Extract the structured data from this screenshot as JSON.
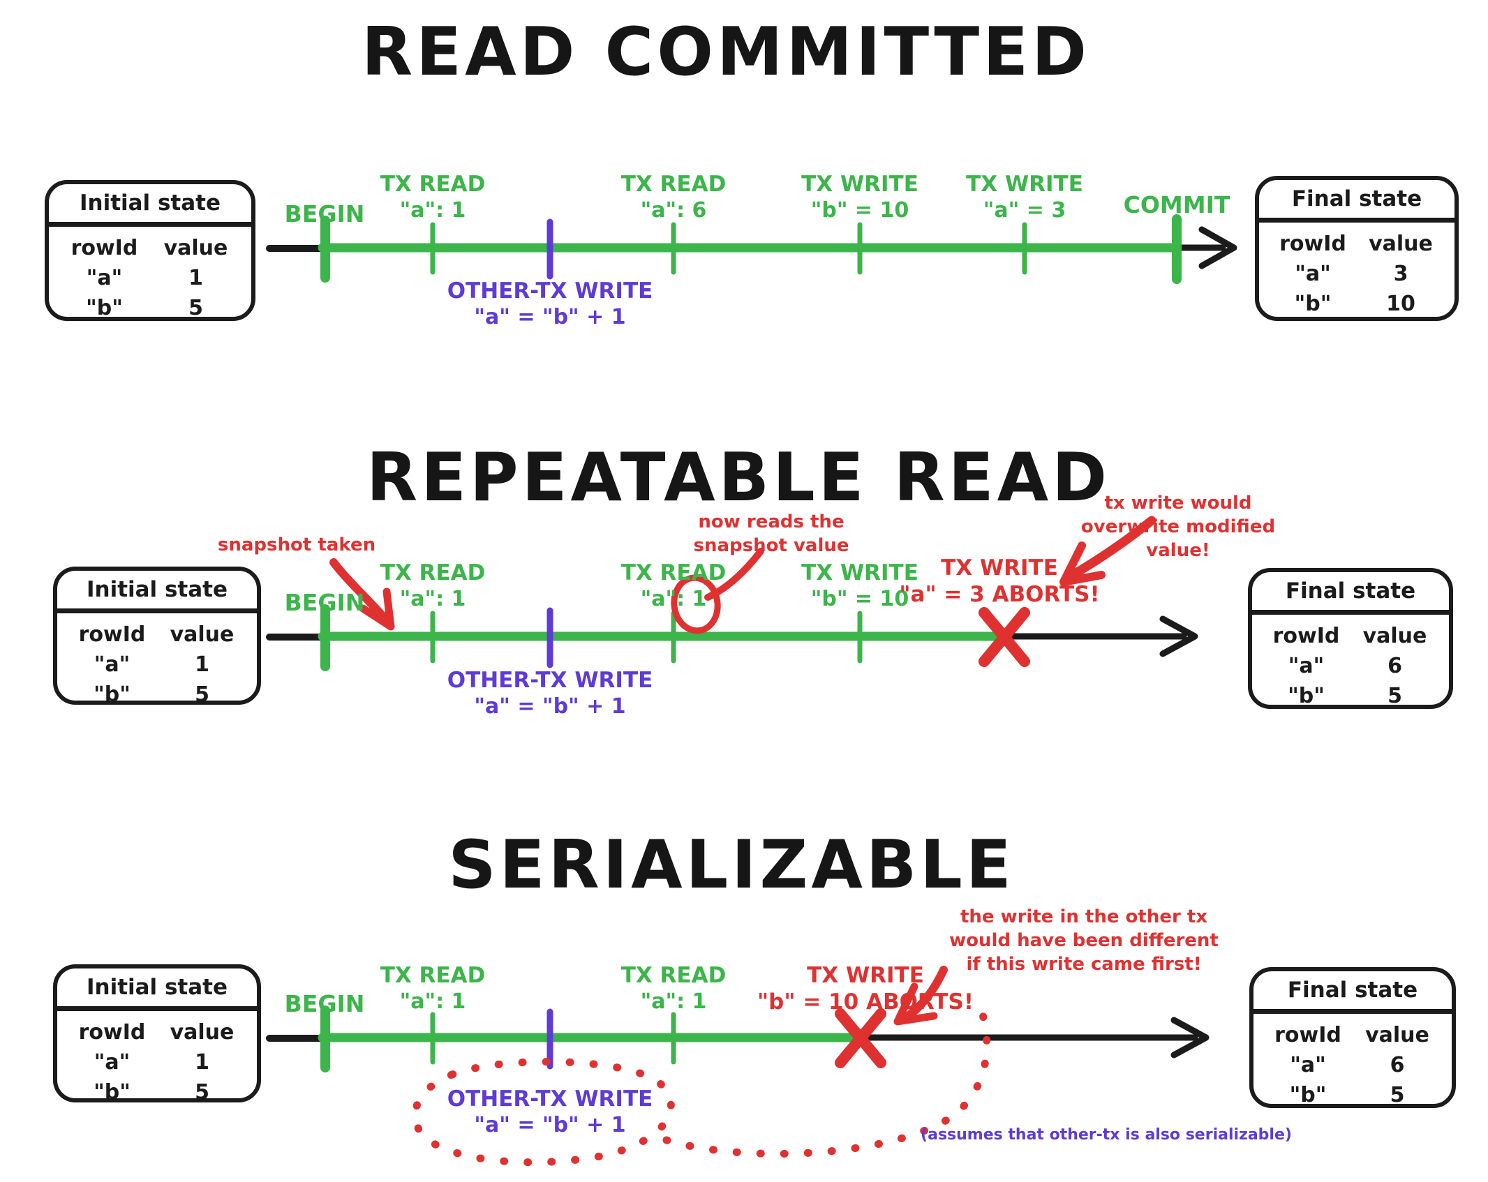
{
  "colors": {
    "green": "#3cb54a",
    "purple": "#5e3bd6",
    "red": "#e03131",
    "black": "#1b1b1b"
  },
  "sections": [
    {
      "title": "READ COMMITTED",
      "begin": "BEGIN",
      "commit": "COMMIT",
      "events": [
        {
          "l1": "TX READ",
          "l2": "\"a\": 1"
        },
        {
          "l1": "TX READ",
          "l2": "\"a\": 6"
        },
        {
          "l1": "TX WRITE",
          "l2": "\"b\" = 10"
        },
        {
          "l1": "TX WRITE",
          "l2": "\"a\" = 3"
        }
      ],
      "other": {
        "l1": "OTHER-TX WRITE",
        "l2": "\"a\" = \"b\" + 1"
      },
      "initial": {
        "title": "Initial state",
        "col1": "rowId",
        "col2": "value",
        "rows": [
          {
            "k": "\"a\"",
            "v": "1"
          },
          {
            "k": "\"b\"",
            "v": "5"
          }
        ]
      },
      "final": {
        "title": "Final state",
        "col1": "rowId",
        "col2": "value",
        "rows": [
          {
            "k": "\"a\"",
            "v": "3"
          },
          {
            "k": "\"b\"",
            "v": "10"
          }
        ]
      }
    },
    {
      "title": "REPEATABLE READ",
      "begin": "BEGIN",
      "events": [
        {
          "l1": "TX READ",
          "l2": "\"a\": 1"
        },
        {
          "l1": "TX READ",
          "l2": "\"a\": 1"
        },
        {
          "l1": "TX WRITE",
          "l2": "\"b\" = 10"
        }
      ],
      "abort": {
        "l1": "TX WRITE",
        "l2": "\"a\" = 3 ABORTS!"
      },
      "other": {
        "l1": "OTHER-TX WRITE",
        "l2": "\"a\" = \"b\" + 1"
      },
      "annotations": {
        "snapshot": "snapshot taken",
        "now_reads": {
          "l1": "now reads the",
          "l2": "snapshot value"
        },
        "overwrite": {
          "l1": "tx write would",
          "l2": "overwrite modified",
          "l3": "value!"
        }
      },
      "initial": {
        "title": "Initial state",
        "col1": "rowId",
        "col2": "value",
        "rows": [
          {
            "k": "\"a\"",
            "v": "1"
          },
          {
            "k": "\"b\"",
            "v": "5"
          }
        ]
      },
      "final": {
        "title": "Final state",
        "col1": "rowId",
        "col2": "value",
        "rows": [
          {
            "k": "\"a\"",
            "v": "6"
          },
          {
            "k": "\"b\"",
            "v": "5"
          }
        ]
      }
    },
    {
      "title": "SERIALIZABLE",
      "begin": "BEGIN",
      "events": [
        {
          "l1": "TX READ",
          "l2": "\"a\": 1"
        },
        {
          "l1": "TX READ",
          "l2": "\"a\": 1"
        }
      ],
      "abort": {
        "l1": "TX WRITE",
        "l2": "\"b\" = 10 ABORTS!"
      },
      "other": {
        "l1": "OTHER-TX WRITE",
        "l2": "\"a\" = \"b\" + 1"
      },
      "annotations": {
        "different": {
          "l1": "the write in the other tx",
          "l2": "would have been different",
          "l3": "if this write came first!"
        },
        "note": "(assumes that other-tx is also serializable)"
      },
      "initial": {
        "title": "Initial state",
        "col1": "rowId",
        "col2": "value",
        "rows": [
          {
            "k": "\"a\"",
            "v": "1"
          },
          {
            "k": "\"b\"",
            "v": "5"
          }
        ]
      },
      "final": {
        "title": "Final state",
        "col1": "rowId",
        "col2": "value",
        "rows": [
          {
            "k": "\"a\"",
            "v": "6"
          },
          {
            "k": "\"b\"",
            "v": "5"
          }
        ]
      }
    }
  ]
}
